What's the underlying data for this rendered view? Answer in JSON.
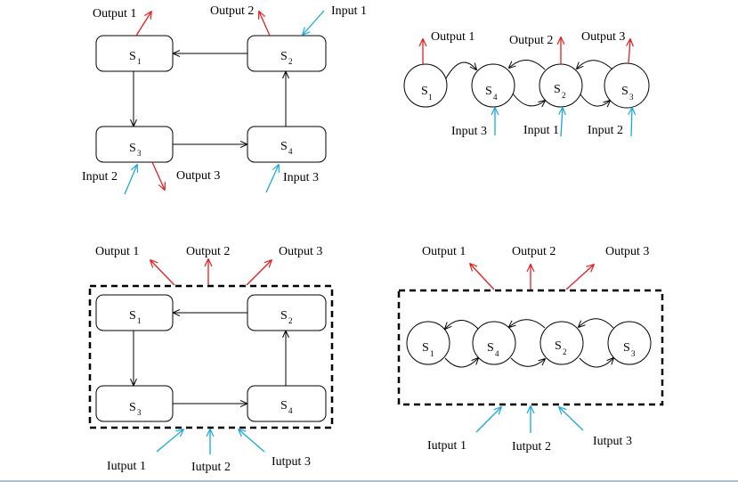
{
  "colors": {
    "output_arrow": "#e02020",
    "input_arrow": "#1aa7dc",
    "line": "#000000"
  },
  "state_letter": "S",
  "panel_a": {
    "states": [
      "1",
      "2",
      "3",
      "4"
    ],
    "outputs": [
      "Output 1",
      "Output 2",
      "Output 3"
    ],
    "inputs": [
      "Input 1",
      "Input 2",
      "Input 3"
    ]
  },
  "panel_b": {
    "states": [
      "1",
      "4",
      "2",
      "3"
    ],
    "outputs": [
      "Output 1",
      "Output 2",
      "Output 3"
    ],
    "inputs": [
      "Input 3",
      "Input 1",
      "Input 2"
    ]
  },
  "panel_c": {
    "states": [
      "1",
      "2",
      "3",
      "4"
    ],
    "outputs": [
      "Output 1",
      "Output 2",
      "Output 3"
    ],
    "inputs": [
      "Iutput 1",
      "Iutput 2",
      "Iutput 3"
    ]
  },
  "panel_d": {
    "states": [
      "1",
      "4",
      "2",
      "3"
    ],
    "outputs": [
      "Output 1",
      "Output 2",
      "Output 3"
    ],
    "inputs": [
      "Iutput 1",
      "Iutput 2",
      "Iutput 3"
    ]
  }
}
